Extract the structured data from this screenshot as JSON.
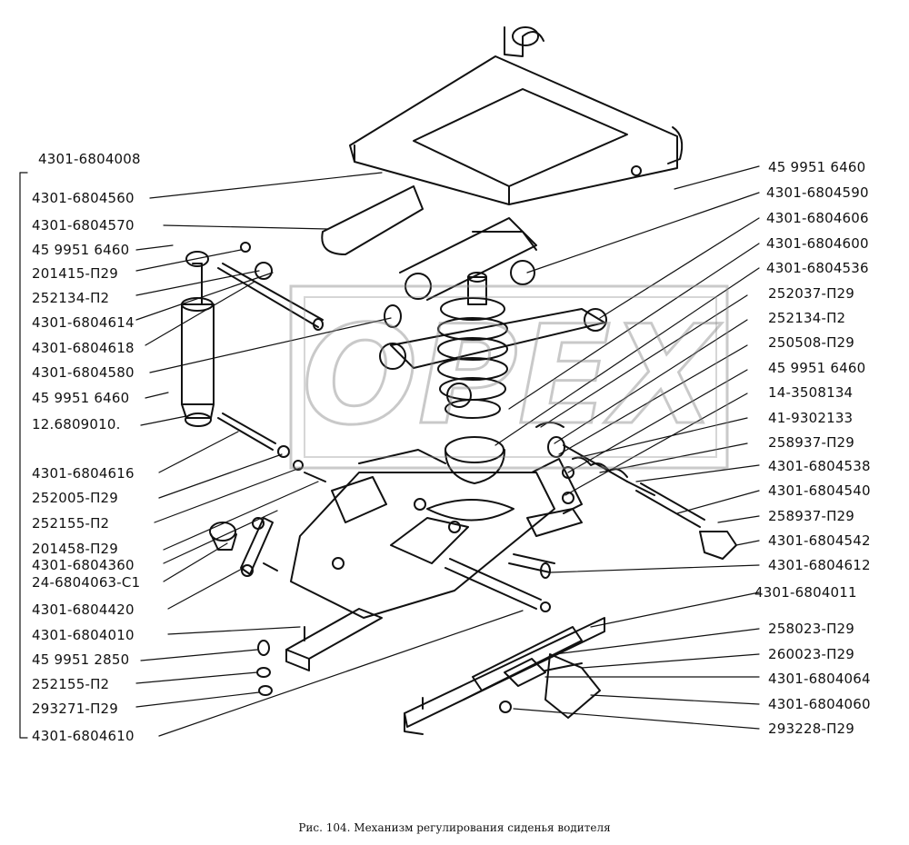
{
  "caption": "Рис. 104.  Механизм регулирования сиденья водителя",
  "watermark_text": "OPEX",
  "labels_left": [
    "4301-6804008",
    "4301-6804560",
    "4301-6804570",
    "45 9951 6460",
    "201415-П29",
    "252134-П2",
    "4301-6804614",
    "4301-6804618",
    "4301-6804580",
    "45 9951 6460",
    "12.6809010.",
    "4301-6804616",
    "252005-П29",
    "252155-П2",
    "201458-П29",
    "4301-6804360",
    "24-6804063-С1",
    "4301-6804420",
    "4301-6804010",
    "45 9951 2850",
    "252155-П2",
    "293271-П29",
    "4301-6804610"
  ],
  "labels_right": [
    "45 9951 6460",
    "4301-6804590",
    "4301-6804606",
    "4301-6804600",
    "4301-6804536",
    "252037-П29",
    "252134-П2",
    "250508-П29",
    "45  9951 6460",
    "14-3508134",
    "41-9302133",
    "258937-П29",
    "4301-6804538",
    "4301-6804540",
    "258937-П29",
    "4301-6804542",
    "4301-6804612",
    "4301-6804011",
    "258023-П29",
    "260023-П29",
    "4301-6804064",
    "4301-6804060",
    "293228-П29"
  ]
}
